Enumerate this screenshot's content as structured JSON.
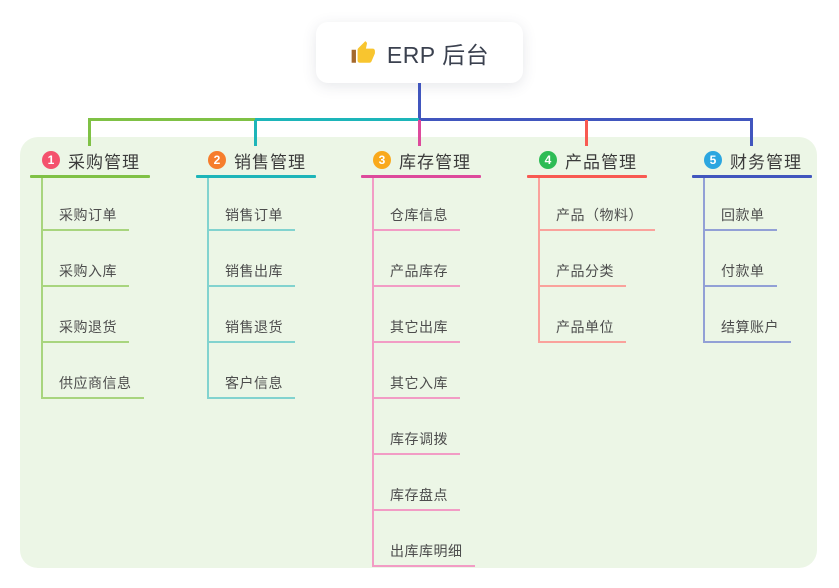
{
  "root": {
    "label": "ERP 后台",
    "icon": "thumbs-up-icon"
  },
  "colors": {
    "panel_background": "#ecf6e6",
    "root_connector_blue": "#4156be",
    "root_card_background": "#ffffff",
    "title_text": "#3b3b3b",
    "child_text": "#4d4d4d"
  },
  "branches": [
    {
      "badge": "1",
      "label": "采购管理",
      "badge_color": "#f4526d",
      "color": "#7fc145",
      "light_color": "#a8d57e",
      "children": [
        "采购订单",
        "采购入库",
        "采购退货",
        "供应商信息"
      ]
    },
    {
      "badge": "2",
      "label": "销售管理",
      "badge_color": "#f67d2c",
      "color": "#1db5b9",
      "light_color": "#82d3cf",
      "children": [
        "销售订单",
        "销售出库",
        "销售退货",
        "客户信息"
      ]
    },
    {
      "badge": "3",
      "label": "库存管理",
      "badge_color": "#f9a91c",
      "color": "#dd4a9c",
      "light_color": "#f29cc5",
      "children": [
        "仓库信息",
        "产品库存",
        "其它出库",
        "其它入库",
        "库存调拨",
        "库存盘点",
        "出库库明细"
      ]
    },
    {
      "badge": "4",
      "label": "产品管理",
      "badge_color": "#2dbc55",
      "color": "#f85a52",
      "light_color": "#faa29c",
      "children": [
        "产品（物料）",
        "产品分类",
        "产品单位"
      ]
    },
    {
      "badge": "5",
      "label": "财务管理",
      "badge_color": "#2ba6e0",
      "color": "#4156be",
      "light_color": "#92a0d6",
      "children": [
        "回款单",
        "付款单",
        "结算账户"
      ]
    }
  ]
}
